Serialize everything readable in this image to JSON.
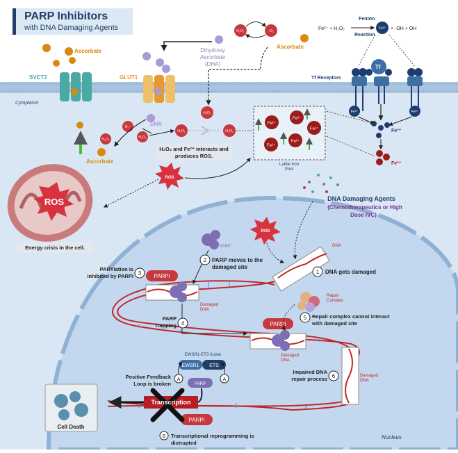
{
  "title": {
    "main": "PARP Inhibitors",
    "sub": "with DNA Damaging Agents"
  },
  "transporters": {
    "svct2": "SVCT2",
    "glut1": "GLUT1",
    "tf_receptors": "Tf Receptors",
    "tf": "Tf"
  },
  "molecules": {
    "ascorbate": "Ascorbate",
    "dha": "DHA",
    "dha_full": [
      "Dihydroxy",
      "Ascorbate",
      "(DHA)"
    ],
    "h2o2": "H₂O₂",
    "o2": "·O₂",
    "o2_minus": "O₂⁻",
    "fe2": "Fe²⁺",
    "fe3": "Fe³⁺",
    "fe2_lbl": "Fe²⁺"
  },
  "fenton": {
    "title": "Fenton",
    "equation": "Fe²⁺ + H₂O₂",
    "products": "+ ·OH + OH",
    "reaction": "Reaction"
  },
  "regions": {
    "cytoplasm": "Cytoplasm",
    "nucleus": "Nucleus"
  },
  "interaction_note": [
    "H₂O₂ and Fe²⁺ interacts and",
    "produces ROS."
  ],
  "labile_iron": [
    "Labile Iron",
    "Pool"
  ],
  "ros": "ROS",
  "energy_crisis": "Energy crisis in the cell.",
  "dna_agents": [
    "DNA Damaging Agents",
    "(Chemotherapeutics or High",
    "Dose IVC)"
  ],
  "steps": [
    {
      "num": "1",
      "text": [
        "DNA gets damaged"
      ]
    },
    {
      "num": "2",
      "text": [
        "PARP moves to the",
        "damaged site"
      ]
    },
    {
      "num": "3",
      "text": [
        "PARYlation is",
        "inhibited by PARPi"
      ]
    },
    {
      "num": "4",
      "text": [
        "PARP",
        "Trapping"
      ]
    },
    {
      "num": "5",
      "text": [
        "Repair complex cannot interact",
        "with damaged site"
      ]
    },
    {
      "num": "6",
      "text": [
        "Impaired DNA",
        "repair process"
      ]
    }
  ],
  "labels": {
    "parp": "PARP",
    "parpi": "PARPi",
    "dna": "DNA",
    "damaged_dna": [
      "Damaged",
      "DNA"
    ],
    "repair_complex": [
      "Repair",
      "Complex"
    ],
    "ewsr1_fusion": "EWSR1-ETS fusion",
    "ewsr1": "EWSR1",
    "ets": "ETS",
    "transcription": "Transcription",
    "feedback": [
      "Positive Feedback",
      "Loop is broken"
    ],
    "reprogramming": [
      "Transcriptional reprogramming is",
      "distrupted"
    ],
    "cell_death": "Cell Death",
    "marker_a": "A",
    "marker_b": "B"
  },
  "colors": {
    "membrane": "#a9c4de",
    "cell": "#cfe0f1",
    "nucleus": "#bcd4ec",
    "ascorbate": "#d9890f",
    "dha": "#a99bd6",
    "fe_red": "#9c1c1c",
    "fe_blue": "#1f3c72",
    "ros": "#d9323f",
    "dna": "#c0282a",
    "parp": "#7d6fb3",
    "parpi": "#c8373e",
    "dark": "#1f3f66"
  }
}
